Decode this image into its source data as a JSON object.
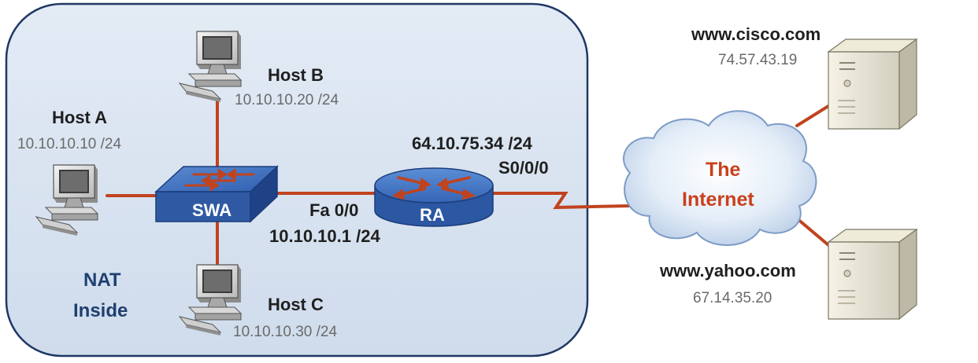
{
  "inside_zone": {
    "label_line1": "NAT",
    "label_line2": "Inside"
  },
  "hosts": {
    "a": {
      "name": "Host A",
      "ip": "10.10.10.10 /24"
    },
    "b": {
      "name": "Host B",
      "ip": "10.10.10.20 /24"
    },
    "c": {
      "name": "Host C",
      "ip": "10.10.10.30 /24"
    }
  },
  "switch": {
    "label": "SWA"
  },
  "router": {
    "label": "RA",
    "fa_interface": "Fa 0/0",
    "fa_ip": "10.10.10.1 /24",
    "serial_ip": "64.10.75.34 /24",
    "serial_interface": "S0/0/0"
  },
  "cloud": {
    "line1": "The",
    "line2": "Internet"
  },
  "servers": {
    "cisco": {
      "name": "www.cisco.com",
      "ip": "74.57.43.19"
    },
    "yahoo": {
      "name": "www.yahoo.com",
      "ip": "67.14.35.20"
    }
  },
  "colors": {
    "zone_fill": "#dbe6f2",
    "zone_border": "#1f3864",
    "link": "#c0431f",
    "device_blue": "#2d5aa8",
    "label_dark": "#1f1f1f",
    "label_ip": "#6a6a6a",
    "cloud_text": "#c8401c"
  }
}
